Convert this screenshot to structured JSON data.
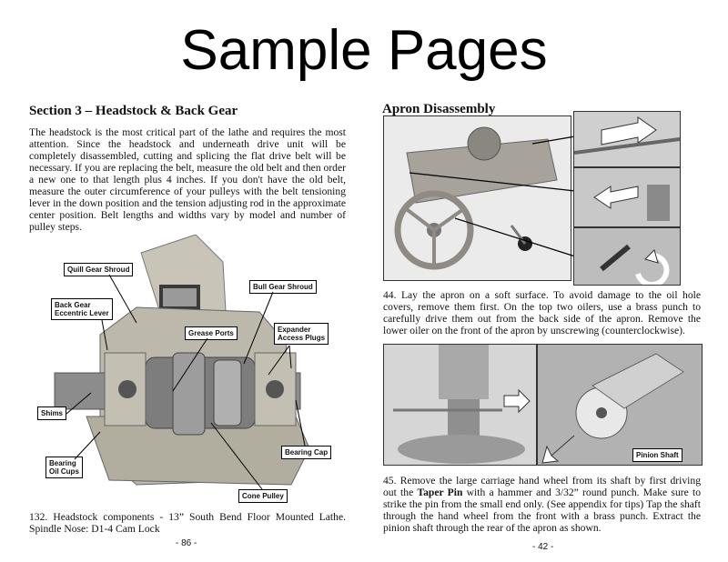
{
  "header": {
    "title": "Sample Pages"
  },
  "left_page": {
    "section_title": "Section 3 – Headstock & Back Gear",
    "intro": "The headstock is the most critical part of the lathe and requires the most attention. Since the headstock and underneath drive unit will be completely disassembled, cutting and splicing the flat drive belt will be necessary. If you are replacing the belt, measure the old belt and then order a new one to that length plus 4 inches. If you don't have the old belt, measure the outer circumference of your pulleys with the belt tensioning lever in the down position and the tension adjusting rod in the approximate center position. Belt lengths and widths vary by model and number of pulley steps.",
    "callouts": {
      "quill_gear_shroud": "Quill Gear Shroud",
      "bull_gear_shroud": "Bull Gear Shroud",
      "back_gear_lever_1": "Back Gear",
      "back_gear_lever_2": "Eccentric Lever",
      "grease_ports": "Grease Ports",
      "expander_1": "Expander",
      "expander_2": "Access Plugs",
      "shims": "Shims",
      "bearing_cap": "Bearing Cap",
      "bearing_oil_1": "Bearing",
      "bearing_oil_2": "Oil Cups",
      "cone_pulley": "Cone Pulley"
    },
    "caption": "132. Headstock components - 13” South Bend Floor Mounted Lathe. Spindle Nose: D1-4 Cam Lock",
    "page_number": "- 86 -"
  },
  "right_page": {
    "section_title": "Apron Disassembly",
    "step_44": "44. Lay the apron on a soft surface. To avoid damage to the oil hole covers, remove them first. On the top two oilers, use a brass punch to carefully drive them out from the back side of the apron. Remove the lower oiler on the front of the apron by unscrewing (counterclockwise).",
    "pinion_label": "Pinion Shaft",
    "step_45_a": "45. Remove the large carriage hand wheel from its shaft by first driving out the ",
    "step_45_bold": "Taper Pin",
    "step_45_b": " with a hammer and 3/32” round punch. Make sure to strike the pin from the small end only. (See appendix for tips) Tap the shaft through the hand wheel from the front with a brass punch. Extract the pinion shaft through the rear of the apron as shown.",
    "page_number": "- 42 -"
  }
}
